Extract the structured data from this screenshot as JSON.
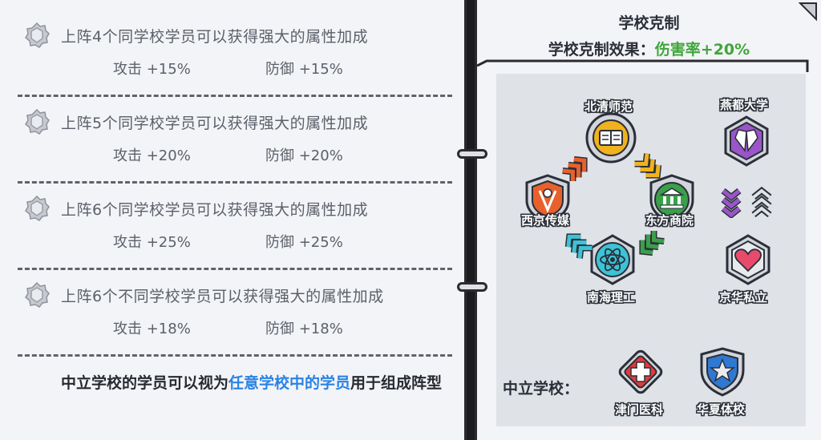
{
  "bonuses": [
    {
      "title": "上阵4个同学校学员可以获得强大的属性加成",
      "attack": "攻击 +15%",
      "defense": "防御 +15%"
    },
    {
      "title": "上阵5个同学校学员可以获得强大的属性加成",
      "attack": "攻击 +20%",
      "defense": "防御 +20%"
    },
    {
      "title": "上阵6个同学校学员可以获得强大的属性加成",
      "attack": "攻击 +25%",
      "defense": "防御 +25%"
    },
    {
      "title": "上阵6个不同学校学员可以获得强大的属性加成",
      "attack": "攻击 +18%",
      "defense": "防御 +18%"
    }
  ],
  "note": {
    "before": "中立学校的学员可以视为",
    "highlight": "任意学校中的学员",
    "after": "用于组成阵型"
  },
  "restraint": {
    "title": "学校克制",
    "effect_label": "学校克制效果：",
    "effect_value": "伤害率+20%",
    "schools": {
      "beiqing": "北清师范",
      "xijing": "西京传媒",
      "dongfang": "东方商院",
      "nanhai": "南海理工",
      "yandu": "燕都大学",
      "jinghua": "京华私立"
    },
    "neutral_label": "中立学校：",
    "neutral_schools": {
      "jinmen": "津门医科",
      "huaxia": "华夏体校"
    }
  },
  "colors": {
    "highlight": "#2a82e4",
    "effect_green": "#3fa63a",
    "orange": "#e8612c",
    "yellow": "#f0b21e",
    "green": "#3aa04a",
    "cyan": "#3cc3d6",
    "purple": "#9a55c9",
    "pink": "#e84a6c"
  }
}
